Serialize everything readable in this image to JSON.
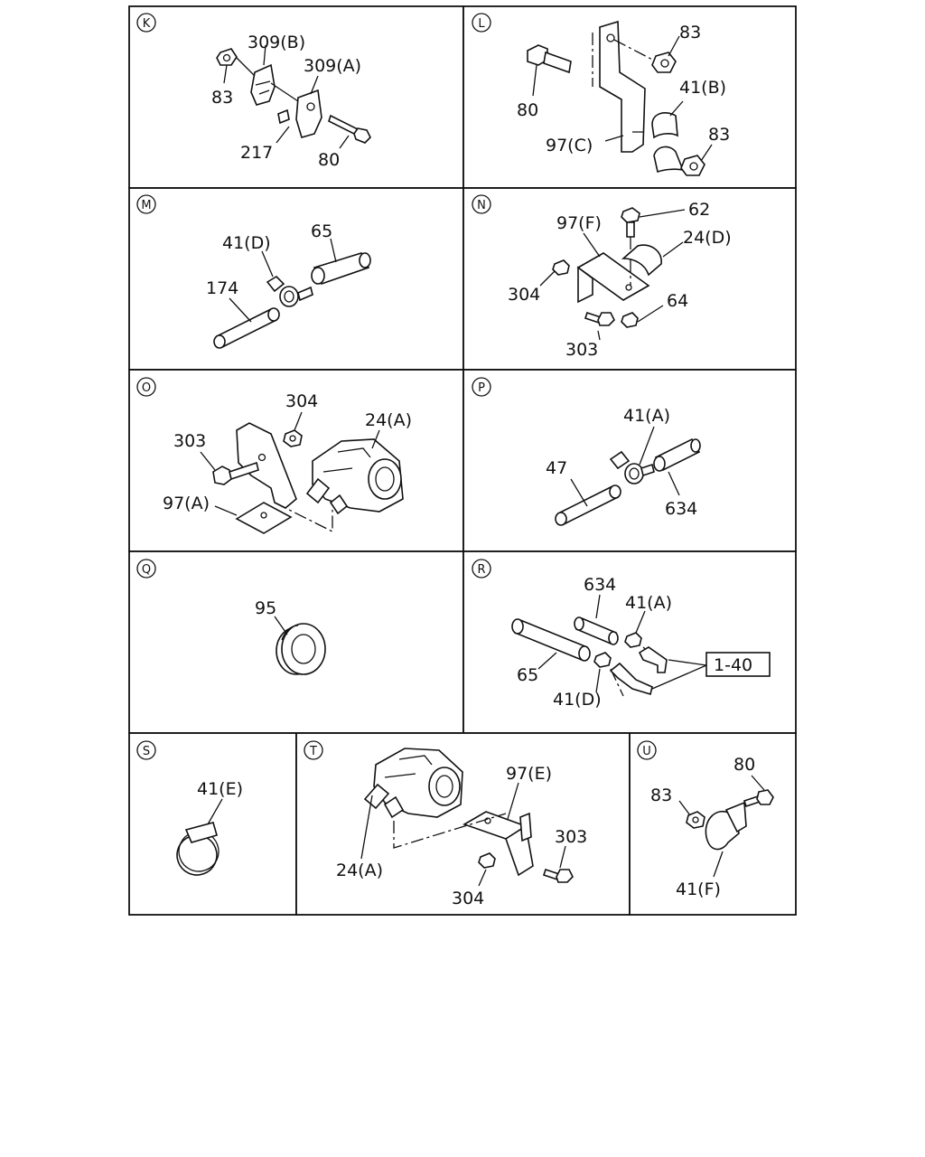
{
  "panels": {
    "K": {
      "letter": "K",
      "labels": {
        "l309b": "309(B)",
        "l309a": "309(A)",
        "l83": "83",
        "l217": "217",
        "l80": "80"
      }
    },
    "L": {
      "letter": "L",
      "labels": {
        "l83a": "83",
        "l80": "80",
        "l41b": "41(B)",
        "l97c": "97(C)",
        "l83b": "83"
      }
    },
    "M": {
      "letter": "M",
      "labels": {
        "l41d": "41(D)",
        "l65": "65",
        "l174": "174"
      }
    },
    "N": {
      "letter": "N",
      "labels": {
        "l62": "62",
        "l97f": "97(F)",
        "l24d": "24(D)",
        "l304": "304",
        "l64": "64",
        "l303": "303"
      }
    },
    "O": {
      "letter": "O",
      "labels": {
        "l304": "304",
        "l24a": "24(A)",
        "l303": "303",
        "l97a": "97(A)"
      }
    },
    "P": {
      "letter": "P",
      "labels": {
        "l41a": "41(A)",
        "l47": "47",
        "l634": "634"
      }
    },
    "Q": {
      "letter": "Q",
      "labels": {
        "l95": "95"
      }
    },
    "R": {
      "letter": "R",
      "labels": {
        "l634": "634",
        "l41a": "41(A)",
        "ref": "1-40",
        "l65": "65",
        "l41d": "41(D)"
      }
    },
    "S": {
      "letter": "S",
      "labels": {
        "l41e": "41(E)"
      }
    },
    "T": {
      "letter": "T",
      "labels": {
        "l97e": "97(E)",
        "l303": "303",
        "l24a": "24(A)",
        "l304": "304"
      }
    },
    "U": {
      "letter": "U",
      "labels": {
        "l80": "80",
        "l83": "83",
        "l41f": "41(F)"
      }
    }
  }
}
